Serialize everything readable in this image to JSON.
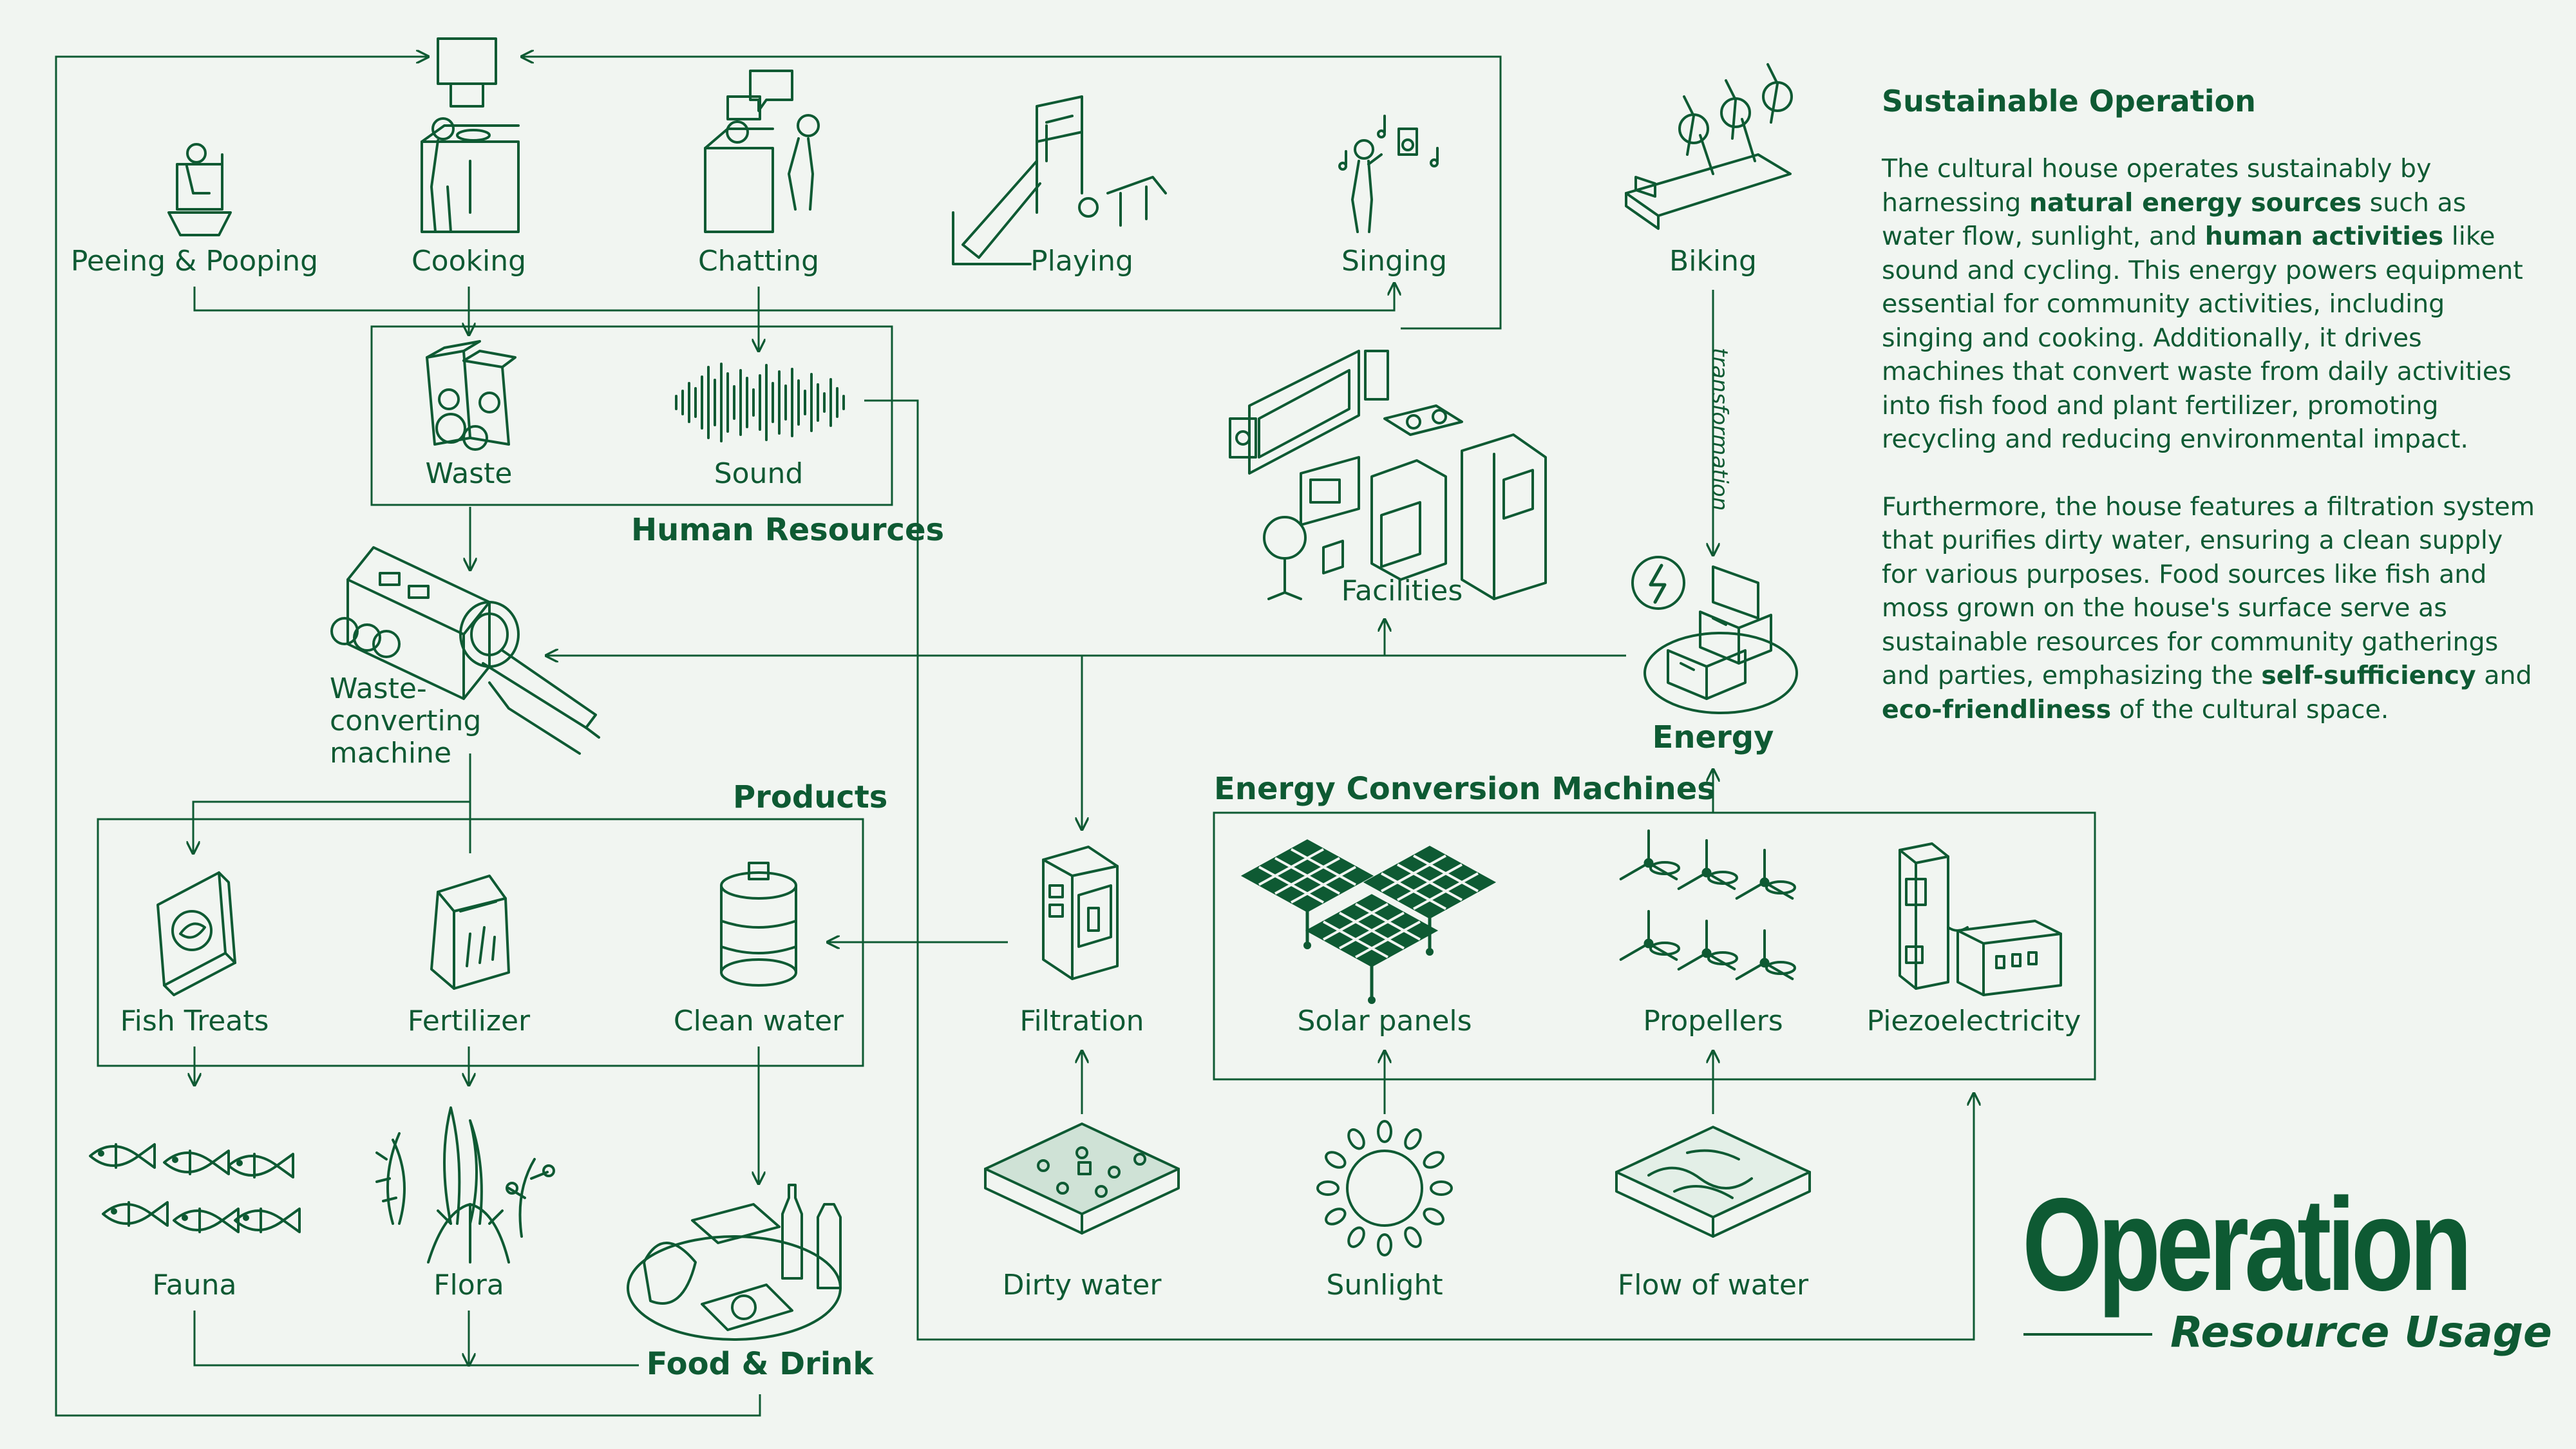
{
  "side_panel": {
    "title": "Sustainable Operation",
    "p1": [
      {
        "t": "The cultural house operates sustainably by harnessing ",
        "b": false
      },
      {
        "t": "natural energy sources",
        "b": true
      },
      {
        "t": " such as water flow, sunlight, and ",
        "b": false
      },
      {
        "t": "human activities",
        "b": true
      },
      {
        "t": " like sound and cycling. This energy powers equipment essential for community activities, including singing and cooking. Additionally, it drives machines that convert waste from daily activities into fish food and plant fertilizer, promoting recycling and reducing environmental impact.",
        "b": false
      }
    ],
    "p2": [
      {
        "t": "Furthermore, the house features a filtration system that purifies dirty water, ensuring a clean supply for various purposes. Food sources like fish and moss grown on the house's surface serve as sustainable resources for community gatherings and parties, emphasizing the ",
        "b": false
      },
      {
        "t": "self-sufficiency",
        "b": true
      },
      {
        "t": " and ",
        "b": false
      },
      {
        "t": "eco-friendliness",
        "b": true
      },
      {
        "t": " of the cultural space.",
        "b": false
      }
    ]
  },
  "title": {
    "main": "Operation",
    "sub": "Resource Usage"
  },
  "groups": {
    "human_resources": "Human Resources",
    "products": "Products",
    "energy_machines": "Energy Conversion Machines"
  },
  "nodes": {
    "peeing": "Peeing & Pooping",
    "cooking": "Cooking",
    "chatting": "Chatting",
    "playing": "Playing",
    "singing": "Singing",
    "biking": "Biking",
    "waste": "Waste",
    "sound": "Sound",
    "facilities": "Facilities",
    "waste_machine": [
      "Waste-",
      "converting",
      "machine"
    ],
    "energy": "Energy",
    "fish_treats": "Fish Treats",
    "fertilizer": "Fertilizer",
    "clean_water": "Clean water",
    "filtration": "Filtration",
    "solar": "Solar panels",
    "propellers": "Propellers",
    "piezo": "Piezoelectricity",
    "fauna": "Fauna",
    "flora": "Flora",
    "food_drink": "Food & Drink",
    "dirty_water": "Dirty water",
    "sunlight": "Sunlight",
    "flow_water": "Flow of water"
  },
  "edge_labels": {
    "transformation": "transformation"
  },
  "colors": {
    "ink": "#0e5a33",
    "background": "#f1f5f1"
  }
}
